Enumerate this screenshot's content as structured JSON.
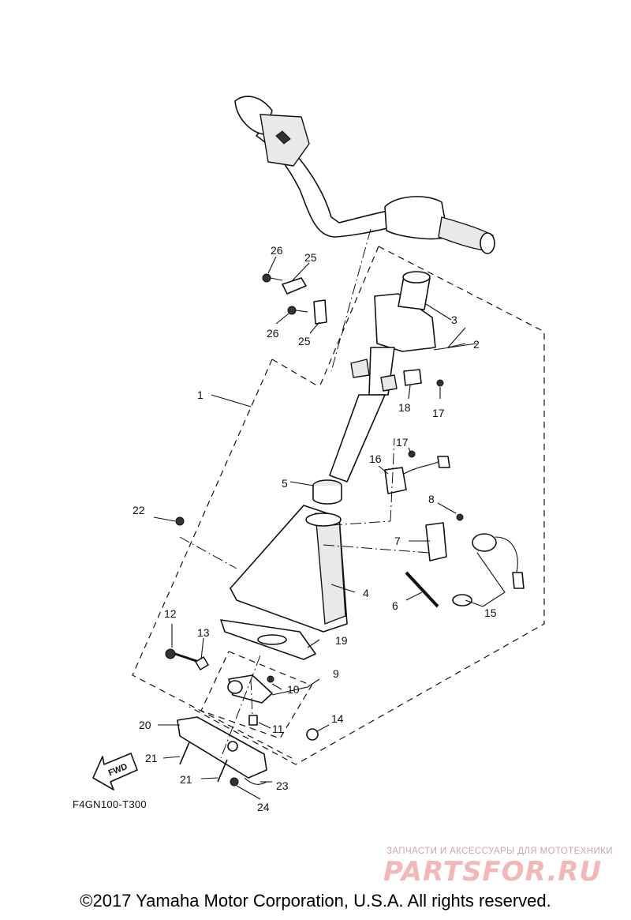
{
  "diagram": {
    "callouts": [
      {
        "id": "c1",
        "label": "1"
      },
      {
        "id": "c2",
        "label": "2"
      },
      {
        "id": "c3",
        "label": "3"
      },
      {
        "id": "c4",
        "label": "4"
      },
      {
        "id": "c5",
        "label": "5"
      },
      {
        "id": "c6",
        "label": "6"
      },
      {
        "id": "c7",
        "label": "7"
      },
      {
        "id": "c8",
        "label": "8"
      },
      {
        "id": "c9",
        "label": "9"
      },
      {
        "id": "c10",
        "label": "10"
      },
      {
        "id": "c11",
        "label": "11"
      },
      {
        "id": "c12",
        "label": "12"
      },
      {
        "id": "c13",
        "label": "13"
      },
      {
        "id": "c14",
        "label": "14"
      },
      {
        "id": "c15",
        "label": "15"
      },
      {
        "id": "c16",
        "label": "16"
      },
      {
        "id": "c17a",
        "label": "17"
      },
      {
        "id": "c17b",
        "label": "17"
      },
      {
        "id": "c18",
        "label": "18"
      },
      {
        "id": "c19",
        "label": "19"
      },
      {
        "id": "c20",
        "label": "20"
      },
      {
        "id": "c21a",
        "label": "21"
      },
      {
        "id": "c21b",
        "label": "21"
      },
      {
        "id": "c22",
        "label": "22"
      },
      {
        "id": "c23",
        "label": "23"
      },
      {
        "id": "c24",
        "label": "24"
      },
      {
        "id": "c25a",
        "label": "25"
      },
      {
        "id": "c25b",
        "label": "25"
      },
      {
        "id": "c26a",
        "label": "26"
      },
      {
        "id": "c26b",
        "label": "26"
      }
    ],
    "fwd_label": "FWD",
    "diagram_code": "F4GN100-T300"
  },
  "watermark": {
    "tagline": "ЗАПЧАСТИ И АКСЕССУАРЫ ДЛЯ МОТОТЕХНИКИ",
    "logo": "PARTSFOR.RU"
  },
  "footer": {
    "copyright": "©2017 Yamaha Motor Corporation, U.S.A. All rights reserved."
  }
}
